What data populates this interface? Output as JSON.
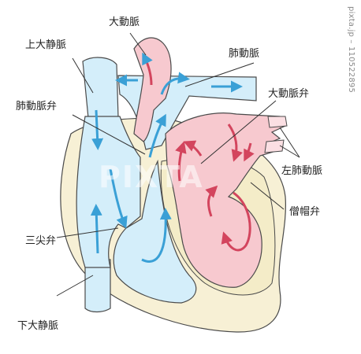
{
  "labels": {
    "aorta": "大動脈",
    "superior_vena_cava": "上大静脈",
    "pulmonary_artery": "肺動脈",
    "aortic_valve": "大動脈弁",
    "pulmonary_valve": "肺動脈弁",
    "pulmonary_vein": "左肺動脈",
    "mitral_valve": "僧帽弁",
    "tricuspid_valve": "三尖弁",
    "inferior_vena_cava": "下大静脈"
  },
  "watermark": {
    "side_text": "pixta.jp – 110522895",
    "brand": "PIXTA"
  },
  "colors": {
    "venous": "#d4eefa",
    "venous_stroke": "#4a4a4a",
    "arterial": "#f7c9cf",
    "arterial_light": "#fbdfe3",
    "muscle": "#f7f0d5",
    "blue_arrow": "#3aa0d6",
    "red_arrow": "#d3455e"
  }
}
